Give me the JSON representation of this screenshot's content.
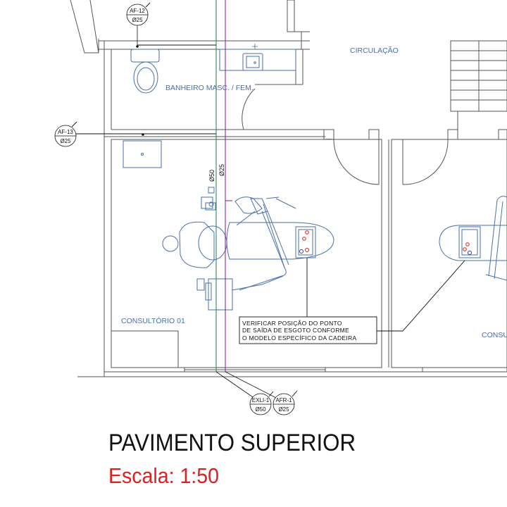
{
  "rooms": {
    "circulacao": "CIRCULAÇÃO",
    "banheiro": "BANHEIRO MASC. / FEM.",
    "consultorio01": "CONSULTÓRIO 01",
    "consultorio_partial": "CONSU"
  },
  "tags": {
    "af12": {
      "code": "AF-12",
      "diameter": "Ø25"
    },
    "af13": {
      "code": "AF-13",
      "diameter": "Ø25"
    },
    "exli1": {
      "code": "EXLI-1",
      "diameter": "Ø50"
    },
    "afr1": {
      "code": "AFR-1",
      "diameter": "Ø25"
    }
  },
  "pipes": {
    "sewer": "Ø50",
    "water": "Ø25"
  },
  "note": {
    "line1": "VERIFICAR POSIÇÃO DO PONTO",
    "line2": "DE SAÍDA DE ESGOTO CONFORME",
    "line3": "O MODELO ESPECÍFICO DA CADEIRA"
  },
  "title": "PAVIMENTO SUPERIOR",
  "scale": "Escala: 1:50",
  "colors": {
    "walls": "#555555",
    "fixtures": "#4a6fa5",
    "sewer_pipe": "#2e8b57",
    "water_pipe": "#8b2c9a",
    "scale_text": "#e02020",
    "point_red": "#d62020",
    "point_blue": "#2a3a9a"
  }
}
